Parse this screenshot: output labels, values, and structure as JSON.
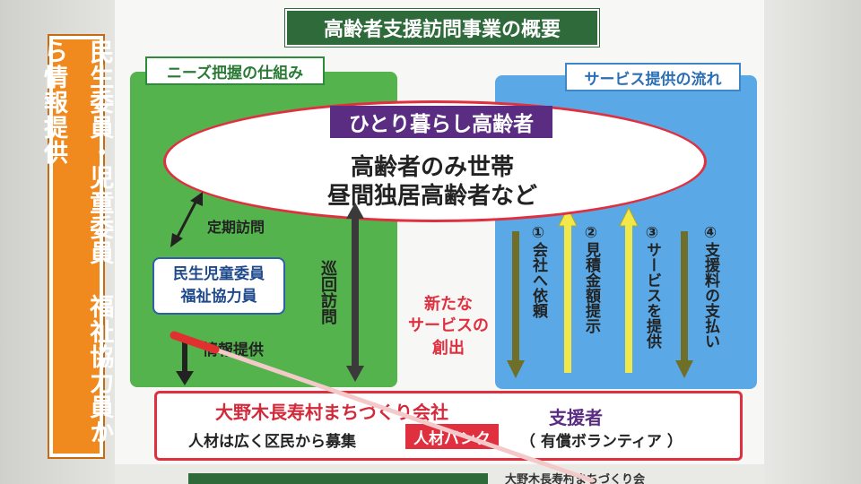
{
  "title": "高齢者支援訪問事業の概要",
  "side_banner": "民生委員・児童委員 福祉協力員から情報提供",
  "needs_label": "ニーズ把握の仕組み",
  "flow_label": "サービス提供の流れ",
  "elder": {
    "title": "ひとり暮らし高齢者",
    "line1": "高齢者のみ世帯",
    "line2": "昼間独居高齢者など"
  },
  "left": {
    "regular_visit": "定期訪問",
    "member_line1": "民生児童委員",
    "member_line2": "福祉協力員",
    "info_provide": "情報提供",
    "patrol_visit": "巡回訪問"
  },
  "center": {
    "line1": "新たな",
    "line2": "サービスの",
    "line3": "創出"
  },
  "steps": [
    {
      "label": "①会社へ依頼",
      "color": "#6f6f2a",
      "direction": "down"
    },
    {
      "label": "②見積金額提示",
      "color": "#f2e84a",
      "direction": "up"
    },
    {
      "label": "③サービスを提供",
      "color": "#f2e84a",
      "direction": "up"
    },
    {
      "label": "④支援料の支払い",
      "color": "#6f6f2a",
      "direction": "down"
    }
  ],
  "bottom": {
    "company": "大野木長寿村まちづくり会社",
    "supporter": "支援者",
    "recruit": "人材は広く区民から募集",
    "bank": "人材バンク",
    "volunteer": "（ 有償ボランティア ）"
  },
  "lower_partial": "大野木長寿村まちづくり会"
}
